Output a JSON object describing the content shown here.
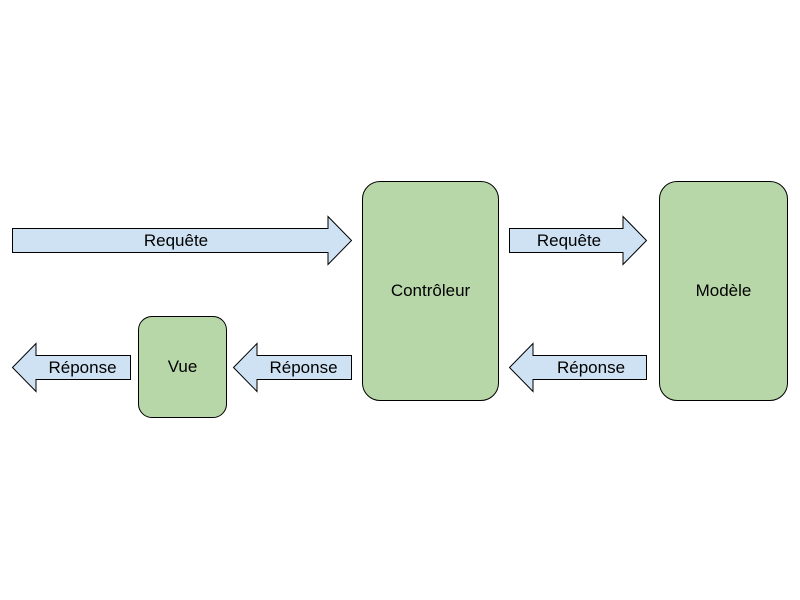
{
  "colors": {
    "node_fill": "#b7d7a8",
    "arrow_fill": "#cfe2f3",
    "stroke": "#000000"
  },
  "nodes": {
    "controleur": "Contrôleur",
    "modele": "Modèle",
    "vue": "Vue"
  },
  "arrows": {
    "requete_in": {
      "label": "Requête",
      "direction": "right"
    },
    "requete_model": {
      "label": "Requête",
      "direction": "right"
    },
    "reponse_model": {
      "label": "Réponse",
      "direction": "left"
    },
    "reponse_vue": {
      "label": "Réponse",
      "direction": "left"
    },
    "reponse_out": {
      "label": "Réponse",
      "direction": "left"
    }
  }
}
